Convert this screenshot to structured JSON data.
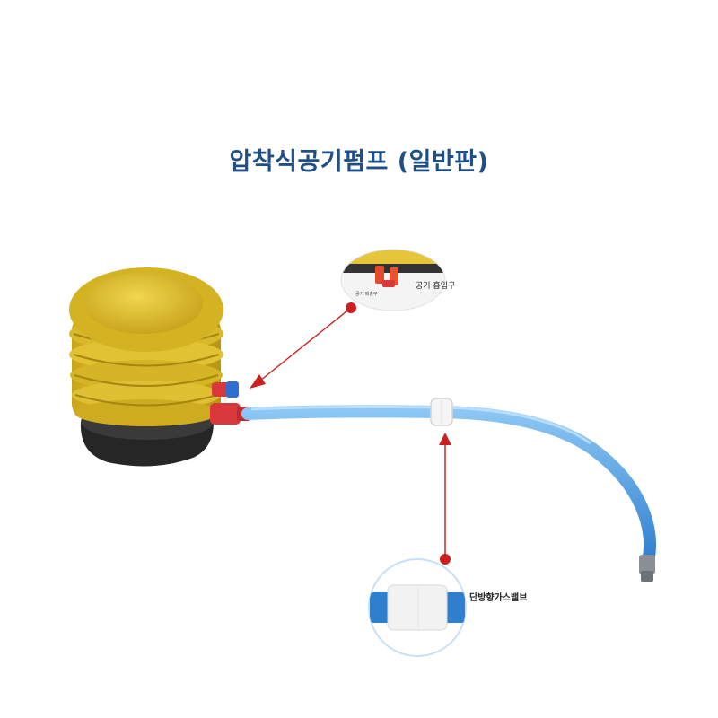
{
  "title": "압착식공기펌프 (일반판)",
  "labels": {
    "intake": "공기 흡입구",
    "exhaust": "공기 배출구",
    "valve": "단방향가스밸브"
  },
  "colors": {
    "title": "#1f4f86",
    "pump_body": "#e2c22a",
    "pump_base": "#2a2a2a",
    "tube": "#4a9be0",
    "connector": "#d8383a",
    "callout": "#cc1f1f"
  }
}
